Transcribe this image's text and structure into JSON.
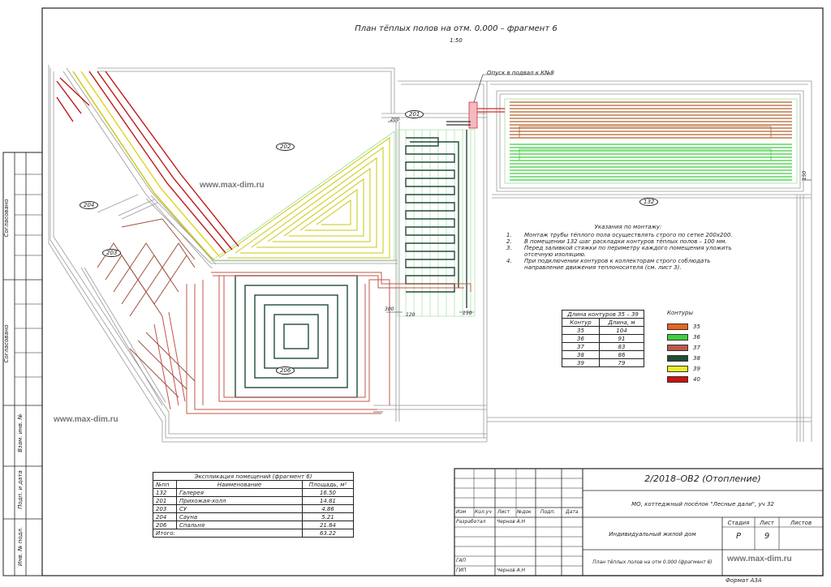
{
  "plan": {
    "title": "План тёплых полов на отм. 0.000 – фрагмент 6",
    "scale": "1:50",
    "leader_label": "Опуск в подвал к К№8"
  },
  "rooms": [
    {
      "id": "202"
    },
    {
      "id": "201"
    },
    {
      "id": "204"
    },
    {
      "id": "203"
    },
    {
      "id": "206"
    },
    {
      "id": "132"
    }
  ],
  "dimensions": [
    "200",
    "300",
    "120",
    "150",
    "150"
  ],
  "watermark": "www.max-dim.ru",
  "notes": {
    "title": "Указания по монтажу:",
    "items": [
      {
        "num": "1.",
        "text": "Монтаж трубы тёплого пола осуществлять строго по сетке 200х200."
      },
      {
        "num": "2.",
        "text": "В помещении 132 шаг раскладки контуров тёплых полов – 100 мм."
      },
      {
        "num": "3.",
        "text": "Перед заливкой стяжки по периметру каждого помещения уложить отсечную изоляцию."
      },
      {
        "num": "4.",
        "text": "При подключении контуров к коллекторам строго соблюдать направление движения теплоносителя (см. лист 3)."
      }
    ]
  },
  "loops_table": {
    "title": "Длина контуров 35 – 39",
    "headers": [
      "Контур",
      "Длина, м"
    ],
    "rows": [
      [
        "35",
        "104"
      ],
      [
        "36",
        "91"
      ],
      [
        "37",
        "83"
      ],
      [
        "38",
        "86"
      ],
      [
        "39",
        "79"
      ]
    ]
  },
  "legend": {
    "title": "Контуры",
    "items": [
      {
        "label": "35",
        "color": "#e8651f"
      },
      {
        "label": "36",
        "color": "#3fcf3f"
      },
      {
        "label": "37",
        "color": "#c0574a"
      },
      {
        "label": "38",
        "color": "#1f4d36"
      },
      {
        "label": "39",
        "color": "#ecec2a"
      },
      {
        "label": "40",
        "color": "#cc1111"
      }
    ]
  },
  "explication": {
    "title": "Экспликация помещений (фрагмент 6)",
    "headers": [
      "№пп",
      "Наименование",
      "Площадь, м²"
    ],
    "rows": [
      [
        "132",
        "Галерея",
        "16.50"
      ],
      [
        "201",
        "Прихожая-холл",
        "14.81"
      ],
      [
        "203",
        "СУ",
        "4.86"
      ],
      [
        "204",
        "Сауна",
        "5.21"
      ],
      [
        "206",
        "Спальня",
        "21.84"
      ]
    ],
    "total_label": "Итого:",
    "total_value": "63.22"
  },
  "stamp": {
    "code": "2/2018–ОВ2 (Отопление)",
    "project": "МО, коттеджный посёлок \"Лесные дали\", уч 32",
    "object": "Индивидуальный жилой дом",
    "sheet_title": "План тёплых полов на отм 0.000 (фрагмент 6)",
    "col_headers": [
      "Изм",
      "Кол.уч",
      "Лист",
      "№док",
      "Подп.",
      "Дата"
    ],
    "roles": [
      {
        "role": "Разработал",
        "name": "Чернов А.Н"
      },
      {
        "role": "ГАП",
        "name": ""
      },
      {
        "role": "ГИП",
        "name": "Чернов А.Н"
      }
    ],
    "stage_headers": [
      "Стадия",
      "Лист",
      "Листов"
    ],
    "stage": "Р",
    "sheet": "9",
    "sheets": "",
    "format": "Формат А3А"
  },
  "side_stamp": [
    "Согласовано",
    "Согласовано",
    "Взам. инв. №",
    "Подп. и дата",
    "Инв. № подл."
  ]
}
